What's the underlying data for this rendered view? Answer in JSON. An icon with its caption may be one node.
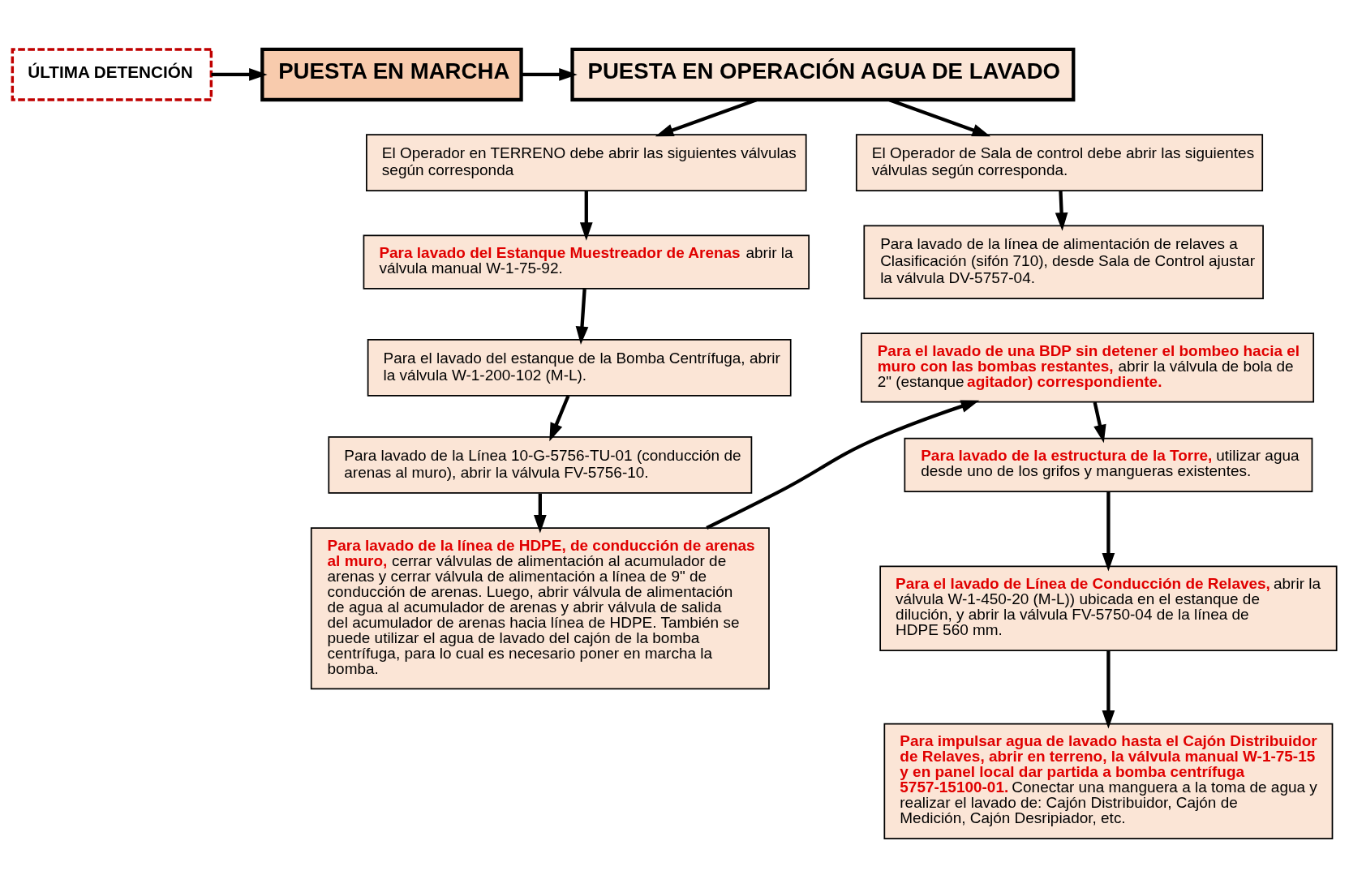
{
  "diagram": {
    "nodes": [
      {
        "text": [
          "PUESTA EN OPERACIÓN AGUA DE LAVADO"
        ]
      },
      {
        "text": [
          "PUESTA EN MARCHA"
        ]
      },
      {
        "text": [
          "ÚLTIMA DETENCIÓN"
        ]
      },
      {
        "text": [
          "El Operador en TERRENO debe abrir las siguientes válvulas según corresponda"
        ]
      },
      {
        "text": [
          "**Para lavado del Estanque Muestreador de Arenas** abrir la válvula manual W-1-75-92."
        ]
      },
      {
        "text": [
          "Para el lavado del estanque de la Bomba Centrífuga, abrir la válvula W-1-200-102 (M-L)."
        ]
      },
      {
        "text": [
          "Para lavado de la Línea 10-G-5756-TU-01 (conducción de arenas al muro), abrir la válvula FV-5756-10."
        ]
      },
      {
        "text": [
          "**Para lavado de la línea de HDPE, de conducción de arenas al muro,** cerrar válvulas de alimentación al acumulador de arenas y cerrar válvula de alimentación a línea de 9\" de conducción de arenas. Luego, abrir válvula de alimentación de agua al acumulador de arenas y abrir válvula de salida del acumulador de arenas hacia línea de HDPE. También se puede utilizar el agua de lavado del cajón de la bomba centrífuga, para lo cual es necesario poner en marcha la bomba."
        ]
      },
      {
        "text": [
          "El Operador de Sala de control debe abrir las siguientes válvulas según corresponda."
        ]
      },
      {
        "text": [
          "Para lavado de la línea de alimentación de relaves a Clasificación (sifón 710), desde Sala de Control ajustar la válvula DV-5757-04."
        ]
      },
      {
        "text": [
          "**Para el lavado de una BDP sin detener el bombeo hacia el muro con las bombas restantes,** abrir la válvula de bola de 2\" (estanque **agitador) correspondiente.**"
        ]
      },
      {
        "text": [
          "**Para lavado de la estructura de la Torre,** utilizar agua desde uno de los grifos y mangueras existentes."
        ]
      },
      {
        "text": [
          "**Para el lavado de Línea de Conducción de Relaves,** abrir la válvula W-1-450-20 (M-L)) ubicada en el estanque de dilución, y abrir la válvula FV-5750-04 de la línea de HDPE 560 mm."
        ]
      },
      {
        "text": [
          "**Para impulsar agua de lavado hasta el Cajón Distribuidor de Relaves, abrir en terreno, la válvula manual W-1-75-15 y en panel local dar partida a bomba centrífuga 5757-15100-01.** Conectar una manguera a la toma de agua y realizar el lavado de: Cajón Distribuidor, Cajón de Medición, Cajón Desripiador, etc."
        ]
      }
    ],
    "edges": [
      {
        "from": 2,
        "to": 1,
        "arrow": "to"
      },
      {
        "from": 1,
        "to": 0,
        "arrow": "to"
      },
      {
        "from": 0,
        "to": 3,
        "arrow": "to"
      },
      {
        "from": 0,
        "to": 8,
        "arrow": "to"
      },
      {
        "from": 3,
        "to": 4,
        "arrow": "to"
      },
      {
        "from": 4,
        "to": 5,
        "arrow": "to"
      },
      {
        "from": 5,
        "to": 6,
        "arrow": "to"
      },
      {
        "from": 6,
        "to": 7,
        "arrow": "to"
      },
      {
        "from": 8,
        "to": 9,
        "arrow": "to"
      },
      {
        "from": 7,
        "to": 10,
        "arrow": "to"
      },
      {
        "from": 10,
        "to": 11,
        "arrow": "to"
      },
      {
        "from": 11,
        "to": 12,
        "arrow": "to"
      },
      {
        "from": 12,
        "to": 13,
        "arrow": "to"
      }
    ]
  }
}
